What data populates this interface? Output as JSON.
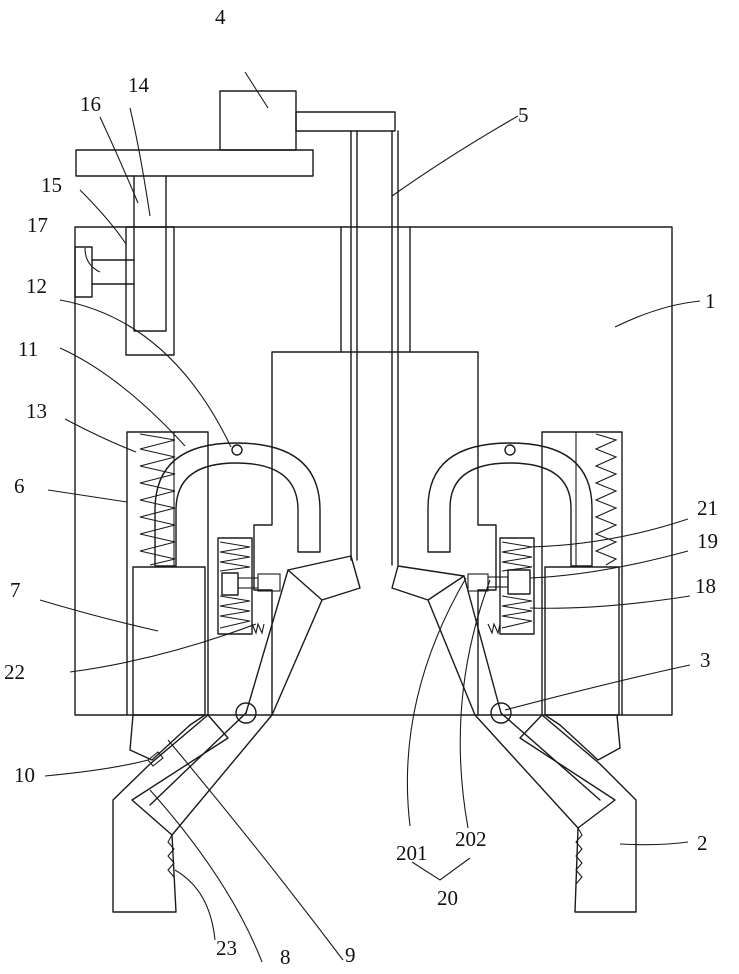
{
  "labels": {
    "l1": "1",
    "l2": "2",
    "l3": "3",
    "l4": "4",
    "l5": "5",
    "l6": "6",
    "l7": "7",
    "l8": "8",
    "l9": "9",
    "l10": "10",
    "l11": "11",
    "l12": "12",
    "l13": "13",
    "l14": "14",
    "l15": "15",
    "l16": "16",
    "l17": "17",
    "l18": "18",
    "l19": "19",
    "l20": "20",
    "l21": "21",
    "l22": "22",
    "l23": "23",
    "l201": "201",
    "l202": "202"
  }
}
